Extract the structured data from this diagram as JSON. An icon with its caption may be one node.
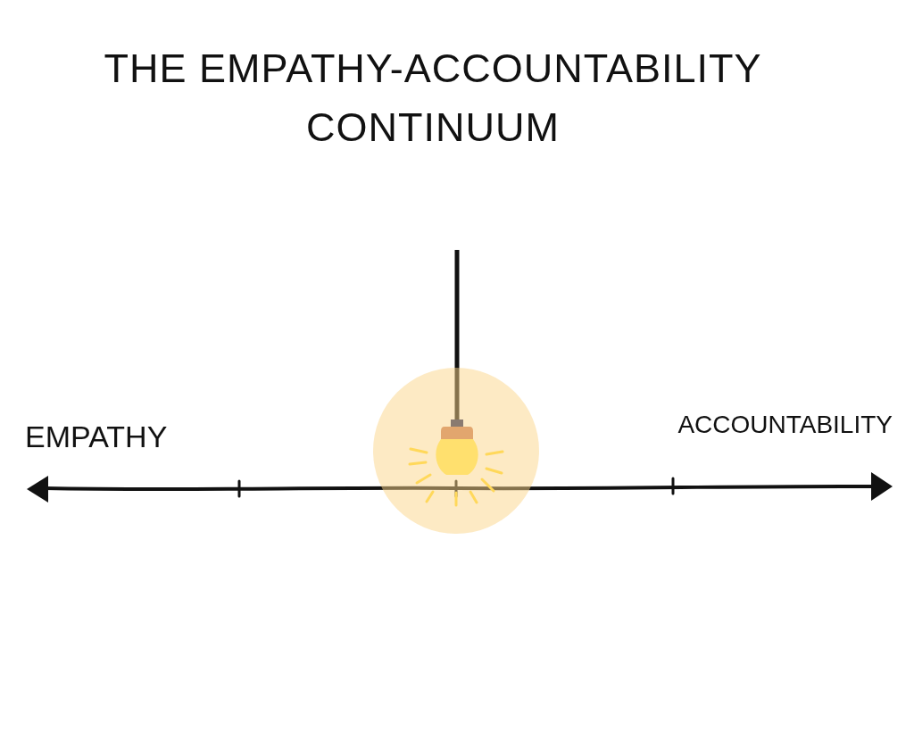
{
  "diagram": {
    "title": "THE EMPATHY-ACCOUNTABILITY CONTINUUM",
    "labels": [
      "EMPATHY",
      "ACCOUNTABILITY"
    ]
  }
}
